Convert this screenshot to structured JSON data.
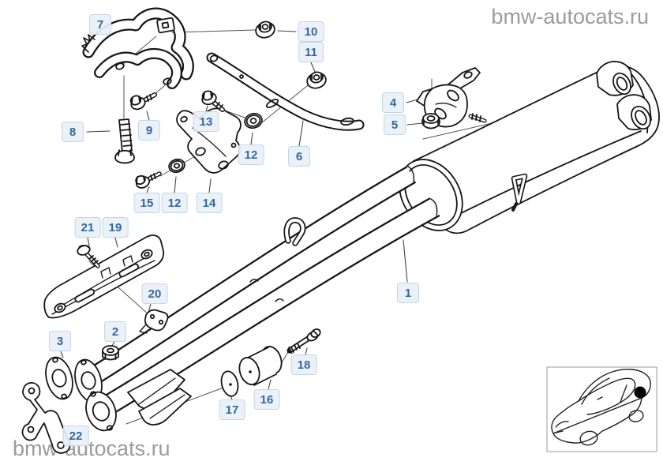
{
  "page": {
    "watermark_top": "bmw-autocats.ru",
    "watermark_bottom": "bmw-autocats.ru"
  },
  "colors": {
    "callout_bg": "#e9f0f7",
    "callout_border": "#c6d5e3",
    "callout_text": "#33689e",
    "watermark_text": "#9b9b9b",
    "line_art": "#161616",
    "location_marker": "#000000"
  },
  "diagram": {
    "description": "Exploded parts diagram of a rear exhaust silencer with mounting brackets and fasteners",
    "callouts": [
      {
        "num": "7"
      },
      {
        "num": "10"
      },
      {
        "num": "11"
      },
      {
        "num": "8"
      },
      {
        "num": "9"
      },
      {
        "num": "13"
      },
      {
        "num": "12"
      },
      {
        "num": "6"
      },
      {
        "num": "15"
      },
      {
        "num": "12"
      },
      {
        "num": "14"
      },
      {
        "num": "4"
      },
      {
        "num": "5"
      },
      {
        "num": "21"
      },
      {
        "num": "19"
      },
      {
        "num": "20"
      },
      {
        "num": "1"
      },
      {
        "num": "2"
      },
      {
        "num": "3"
      },
      {
        "num": "18"
      },
      {
        "num": "16"
      },
      {
        "num": "17"
      },
      {
        "num": "22"
      }
    ]
  }
}
